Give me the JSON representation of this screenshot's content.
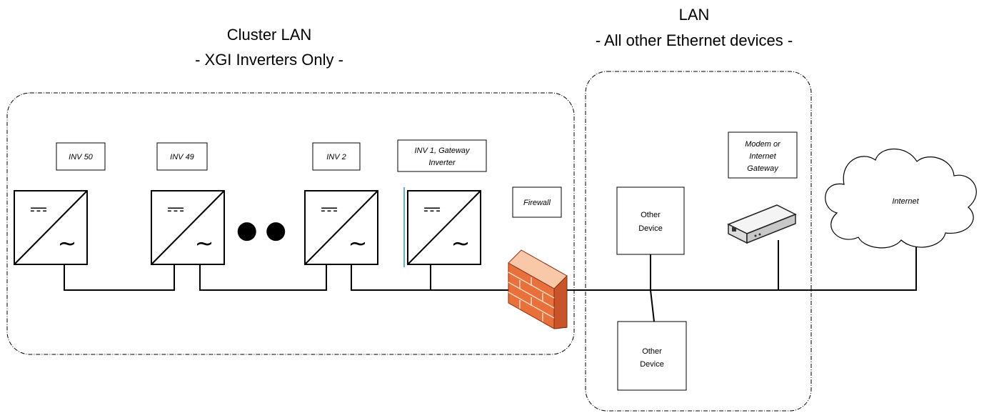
{
  "cluster_zone": {
    "title_line1": "Cluster LAN",
    "title_line2": "- XGI Inverters Only -"
  },
  "lan_zone": {
    "title_line1": "LAN",
    "title_line2": "- All other Ethernet devices -"
  },
  "inverters": [
    {
      "label_line1": "INV 50",
      "label_line2": ""
    },
    {
      "label_line1": "INV 49",
      "label_line2": ""
    },
    {
      "label_line1": "INV 2",
      "label_line2": ""
    },
    {
      "label_line1": "INV 1, Gateway",
      "label_line2": "Inverter"
    }
  ],
  "inverter_symbol": {
    "dc": "⎓",
    "ac": "~"
  },
  "ellipsis": "● ●",
  "firewall": {
    "label": "Firewall",
    "colors": {
      "brick": "#e8703a",
      "mortar": "#f8c8a8"
    }
  },
  "devices": [
    {
      "label_line1": "Other",
      "label_line2": "Device"
    },
    {
      "label_line1": "Other",
      "label_line2": "Device"
    }
  ],
  "modem": {
    "label_line1": "Modem or",
    "label_line2": "Internet",
    "label_line3": "Gateway"
  },
  "internet": {
    "label": "Internet"
  }
}
